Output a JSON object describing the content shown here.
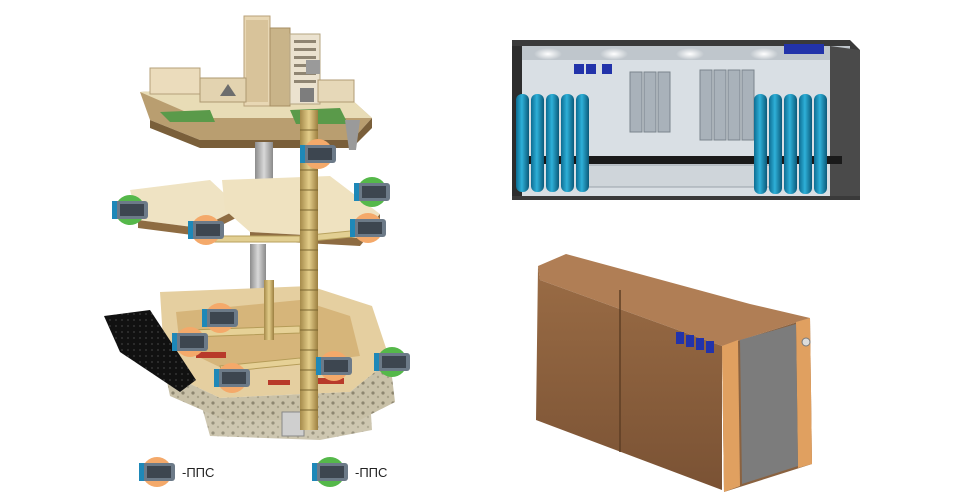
{
  "diagram": {
    "markers": [
      {
        "type": "orange",
        "level": "surface"
      },
      {
        "type": "green",
        "level": "upper"
      },
      {
        "type": "green",
        "level": "upper"
      },
      {
        "type": "orange",
        "level": "upper"
      },
      {
        "type": "orange",
        "level": "upper"
      },
      {
        "type": "orange",
        "level": "lower"
      },
      {
        "type": "orange",
        "level": "lower"
      },
      {
        "type": "orange",
        "level": "lower"
      },
      {
        "type": "green",
        "level": "lower"
      },
      {
        "type": "orange",
        "level": "lower"
      }
    ]
  },
  "legend": {
    "items": [
      {
        "marker_color": "orange",
        "label": "-ППС"
      },
      {
        "marker_color": "green",
        "label": "-ППС"
      }
    ]
  },
  "colors": {
    "orange_marker": "#f4a96a",
    "green_marker": "#55b84a",
    "oxygen_cylinder": "#1a8fb8",
    "chamber_brown": "#8a6240",
    "chamber_trim": "#e0a060",
    "connector_blue": "#2233aa"
  }
}
